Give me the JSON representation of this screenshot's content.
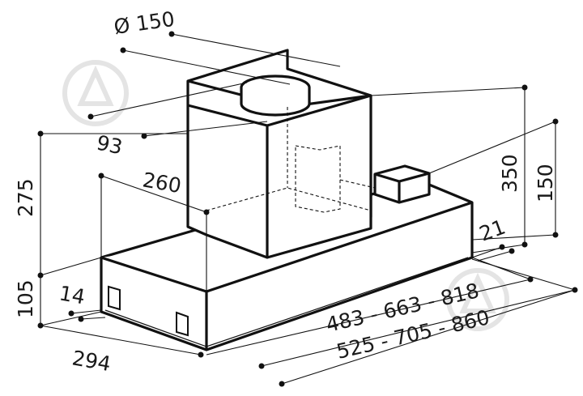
{
  "labels": {
    "duct_diameter": "Ø 150",
    "offset_93": "93",
    "depth_260": "260",
    "height_275": "275",
    "height_105": "105",
    "offset_14": "14",
    "depth_294": "294",
    "height_350": "350",
    "height_150": "150",
    "offset_21": "21",
    "widths_inner": "483 - 663 - 818",
    "widths_outer": "525 - 705 - 860"
  },
  "watermark_icon": "lamp-logo"
}
